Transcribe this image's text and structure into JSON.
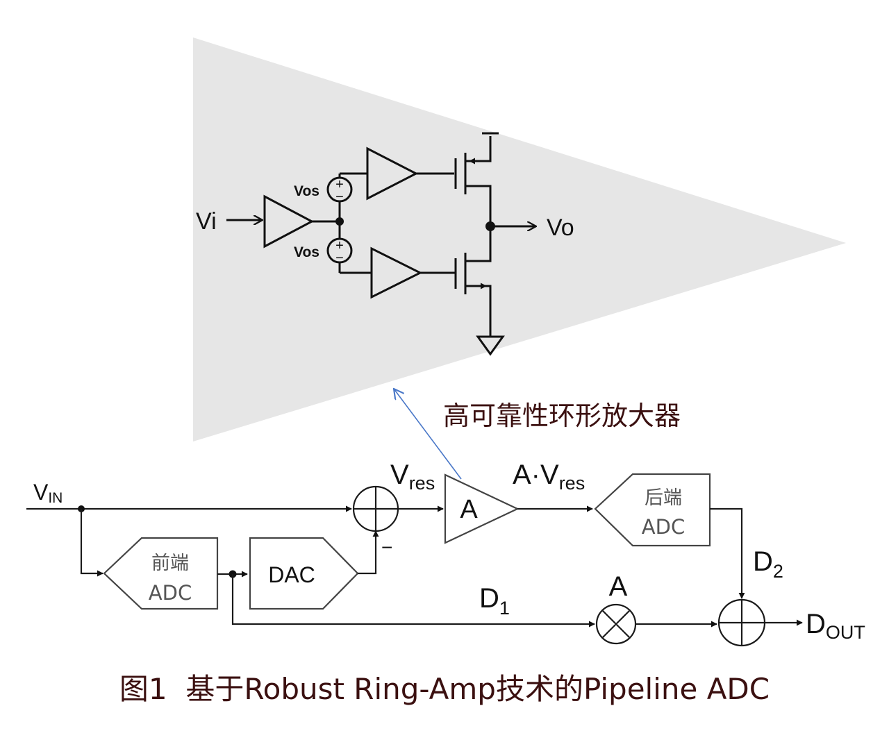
{
  "colors": {
    "background_triangle": "#e6e6e6",
    "annotation_arrow": "#4a78c8",
    "caption": "#3b1010",
    "wire": "#1a1a1a",
    "block_border": "#444444"
  },
  "icons": [
    "amplifier-triangle",
    "summing-junction",
    "multiplier-circle",
    "ground-symbol",
    "supply-symbol"
  ],
  "ringamp": {
    "input_label": "Vi",
    "output_label": "Vo",
    "offset_label_top": "Vos",
    "offset_label_bottom": "Vos",
    "plus_sign": "+",
    "minus_sign": "−"
  },
  "annotation": {
    "label": "高可靠性环形放大器"
  },
  "pipeline": {
    "vin": {
      "main": "V",
      "sub": "IN"
    },
    "vres": {
      "main": "V",
      "sub": "res"
    },
    "avres": {
      "main": "A·V",
      "sub": "res"
    },
    "amp_label": "A",
    "sum_minus": "−",
    "front_adc": {
      "line1": "前端",
      "line2": "ADC"
    },
    "dac": "DAC",
    "back_adc": {
      "line1": "后端",
      "line2": "ADC"
    },
    "d1": {
      "main": "D",
      "sub": "1"
    },
    "d2": {
      "main": "D",
      "sub": "2"
    },
    "gain_label": "A",
    "dout": {
      "main": "D",
      "sub": "OUT"
    }
  },
  "caption": "图1  基于Robust Ring-Amp技术的Pipeline ADC"
}
